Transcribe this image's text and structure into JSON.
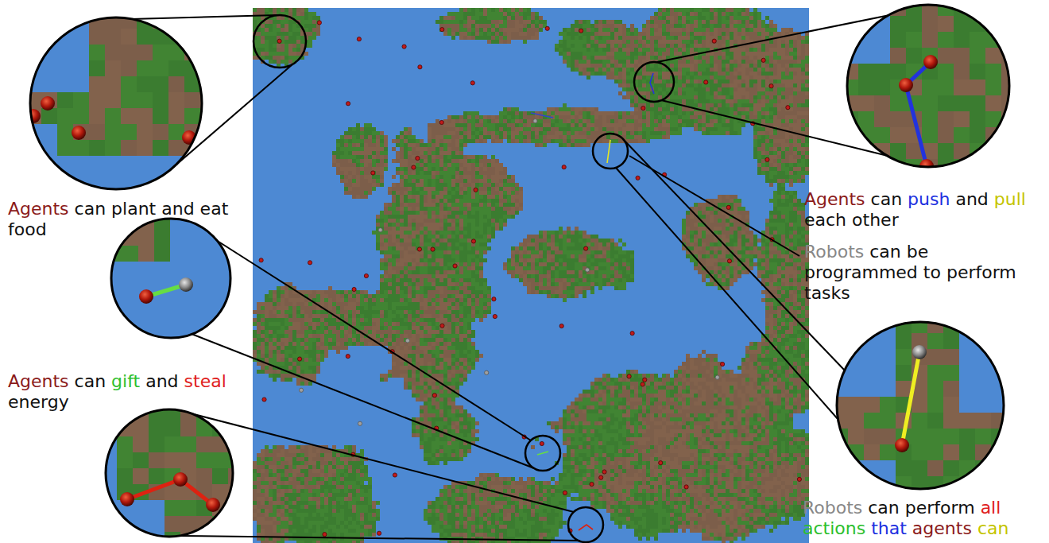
{
  "diagram": {
    "labels": [
      "Agents can plant and eat food",
      "Agents can push and pull each other",
      "Robots can be programmed to perform tasks",
      "Agents can gift and steal energy",
      "Robots can perform all actions that agents can"
    ]
  }
}
